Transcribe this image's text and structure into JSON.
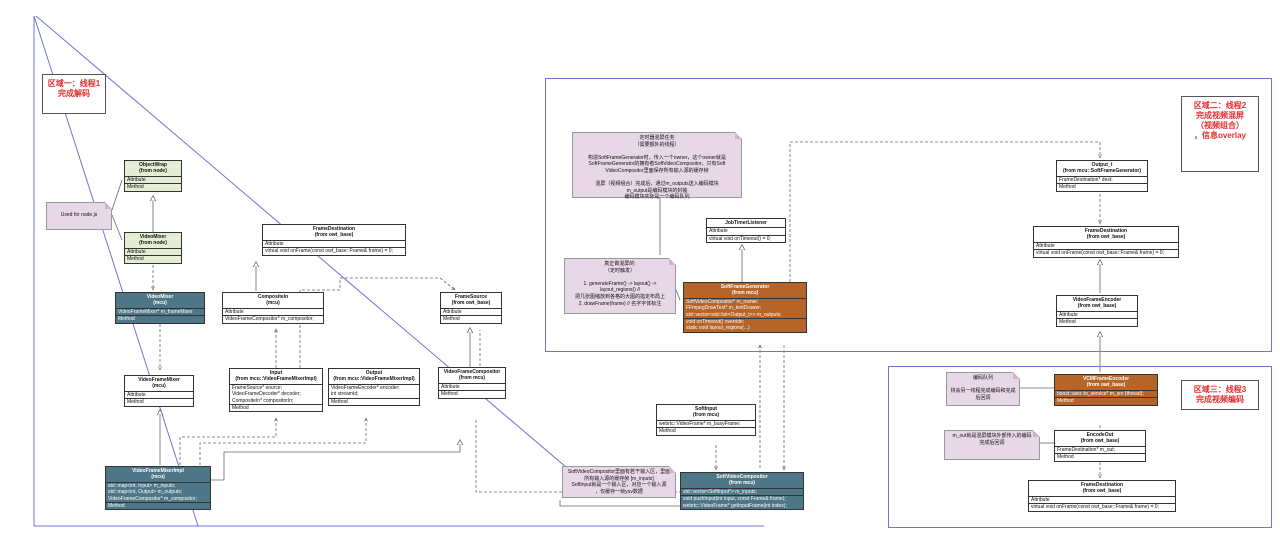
{
  "colors": {
    "region_border": "#6f74d8",
    "class_green": "#e3eed4",
    "class_teal": "#4d7787",
    "class_brown": "#b5642a",
    "note_pink": "#e8d7e6",
    "region_label_red": "#e03030"
  },
  "regions": {
    "r1": {
      "label": "区域一：线程1\n完成解码"
    },
    "r2": {
      "label": "区域二：线程2\n完成视频混屏\n（视频组合）\n，信息overlay"
    },
    "r3": {
      "label": "区域三：线程3\n完成视频编码"
    }
  },
  "classes": {
    "objectwrap": {
      "name": "ObjectWrap",
      "sub": "(from node)",
      "rows": [
        "Attribute",
        "Method"
      ]
    },
    "videomixer_node": {
      "name": "VideoMixer",
      "sub": "(from node)",
      "rows": [
        "Attribute",
        "Method"
      ]
    },
    "videomixer_mcu": {
      "name": "VideoMixer",
      "sub": "(mcu)",
      "rows": [
        "VideoFrameMixer* m_frameMixer",
        "Method"
      ]
    },
    "videoframemixer": {
      "name": "VideoFrameMixer",
      "sub": "(mcu)",
      "rows": [
        "Attribute",
        "Method"
      ]
    },
    "videoframemixerimpl": {
      "name": "VideoFrameMixerImpl",
      "sub": "(mcu)",
      "rows": [
        "std::map<int, Input> m_inputs;\nstd::map<int, Output> m_outputs;\nVideoFrameCompositor* m_compositor;",
        "Method"
      ]
    },
    "framedest_left": {
      "name": "FrameDestination",
      "sub": "(from owt_base)",
      "rows": [
        "Attribute",
        "virtual void onFrame(const owt_base::Frame& frame) = 0;"
      ]
    },
    "compositein": {
      "name": "CompositeIn",
      "sub": "(mcu)",
      "rows": [
        "Attribute",
        "VideoFrameCompositor* m_compositor;"
      ]
    },
    "framesource": {
      "name": "FrameSource",
      "sub": "(from owt_base)",
      "rows": [
        "Attribute",
        "Method"
      ]
    },
    "input": {
      "name": "Input",
      "sub": "(from mcu::VideoFrameMixerImpl)",
      "rows": [
        "FrameSource* source;\nVideoFrameDecoder* decoder;\nCompositeIn* compositorIn;",
        "Method"
      ]
    },
    "output": {
      "name": "Output",
      "sub": "(from mcu::VideoFrameMixerImpl)",
      "rows": [
        "VideoFrameEncoder* encoder;\nint streamId;",
        "Method"
      ]
    },
    "videoframecompositor": {
      "name": "VideoFrameCompositor",
      "sub": "(from mcu)",
      "rows": [
        "Attribute",
        "Method"
      ]
    },
    "jobtimerlistener": {
      "name": "JobTimerListener",
      "sub": "",
      "rows": [
        "Attribute",
        "virtual void onTimeout() = 0;"
      ]
    },
    "softframegenerator": {
      "name": "SoftFrameGenerator",
      "sub": "(from mcu)",
      "rows": [
        "SoftVideoCompositor* m_owner;\nFFmpegDrawText* m_textDrawer;\nstd::vector<std::list<Output_t>> m_outputs;",
        "void onTimeout() override;\nstatic void layout_regions(...)"
      ]
    },
    "softinput": {
      "name": "SoftInput",
      "sub": "(from mcu)",
      "rows": [
        "webrtc::VideoFrame* m_busyFrame;",
        "Method"
      ]
    },
    "softvideocompositor": {
      "name": "SoftVideoCompositor",
      "sub": "(from mcu)",
      "rows": [
        "std::vector<SoftInput*> m_inputs;",
        "void pushInput(int input, const Frame& frame);\nwebrtc::VideoFrame* getInputFrame(int index);"
      ]
    },
    "output_t": {
      "name": "Output_t",
      "sub": "(from mcu::SoftFrameGenerator)",
      "rows": [
        "FrameDestination* dest;",
        "Method"
      ]
    },
    "framedest_r2": {
      "name": "FrameDestination",
      "sub": "(from owt_base)",
      "rows": [
        "Attribute",
        "virtual void onFrame(const owt_base::Frame& frame) = 0;"
      ]
    },
    "videoframeencoder": {
      "name": "VideoFrameEncoder",
      "sub": "(from owt_base)",
      "rows": [
        "Attribute",
        "Method"
      ]
    },
    "vcmframeencoder": {
      "name": "VCMFrameEncoder",
      "sub": "(from owt_base)",
      "rows": [
        "boost::asio::io_service* m_srv (thread);",
        "Method"
      ]
    },
    "encodeout": {
      "name": "EncodeOut",
      "sub": "(from owt_base)",
      "rows": [
        "FrameDestination* m_out;",
        "Method"
      ]
    },
    "framedest_r3": {
      "name": "FrameDestination",
      "sub": "(from owt_base)",
      "rows": [
        "Attribute",
        "virtual void onFrame(const owt_base::Frame& frame) = 0;"
      ]
    }
  },
  "notes": {
    "node": "Used for node.js",
    "timer": "定时器混屏任务\n（需要额外的线程）\n\n构造SoftFrameGenerator时，传入一个owner，这个owner就是\nSoftFrameGenerator的拥有者SoftVideoCompositor，只有Soft\nVideoCompositor里面保存所有输入源的缓存帧\n\n混屏（视频组合）完成后，通过m_outputs送入编码模块\nm_output是编码模块的封装\n编码模块实际是一个编码队列",
    "mix": "真正做混屏的:\n（定时触发）\n\n1. generateFrame() -> layout() ->\nlayout_regions()  //\n把几张图缩放到各格的大图的指定布局上\n2. drawFrame(frame)    // 名字字体标注",
    "compositor": "SoftVideoCompositor里面有若干输入区，里面\n所有输入源的缓存帧 [m_inputs]\nSoftInput就是一个输入区，对应一个输入源\n，仅缓存一帧yuv数据",
    "encqueue": "编码队列\n\n将会另一线程完成编码和完成后回调",
    "mout": "m_out就是混屏模块外部传入的编码\n完成后回调"
  }
}
